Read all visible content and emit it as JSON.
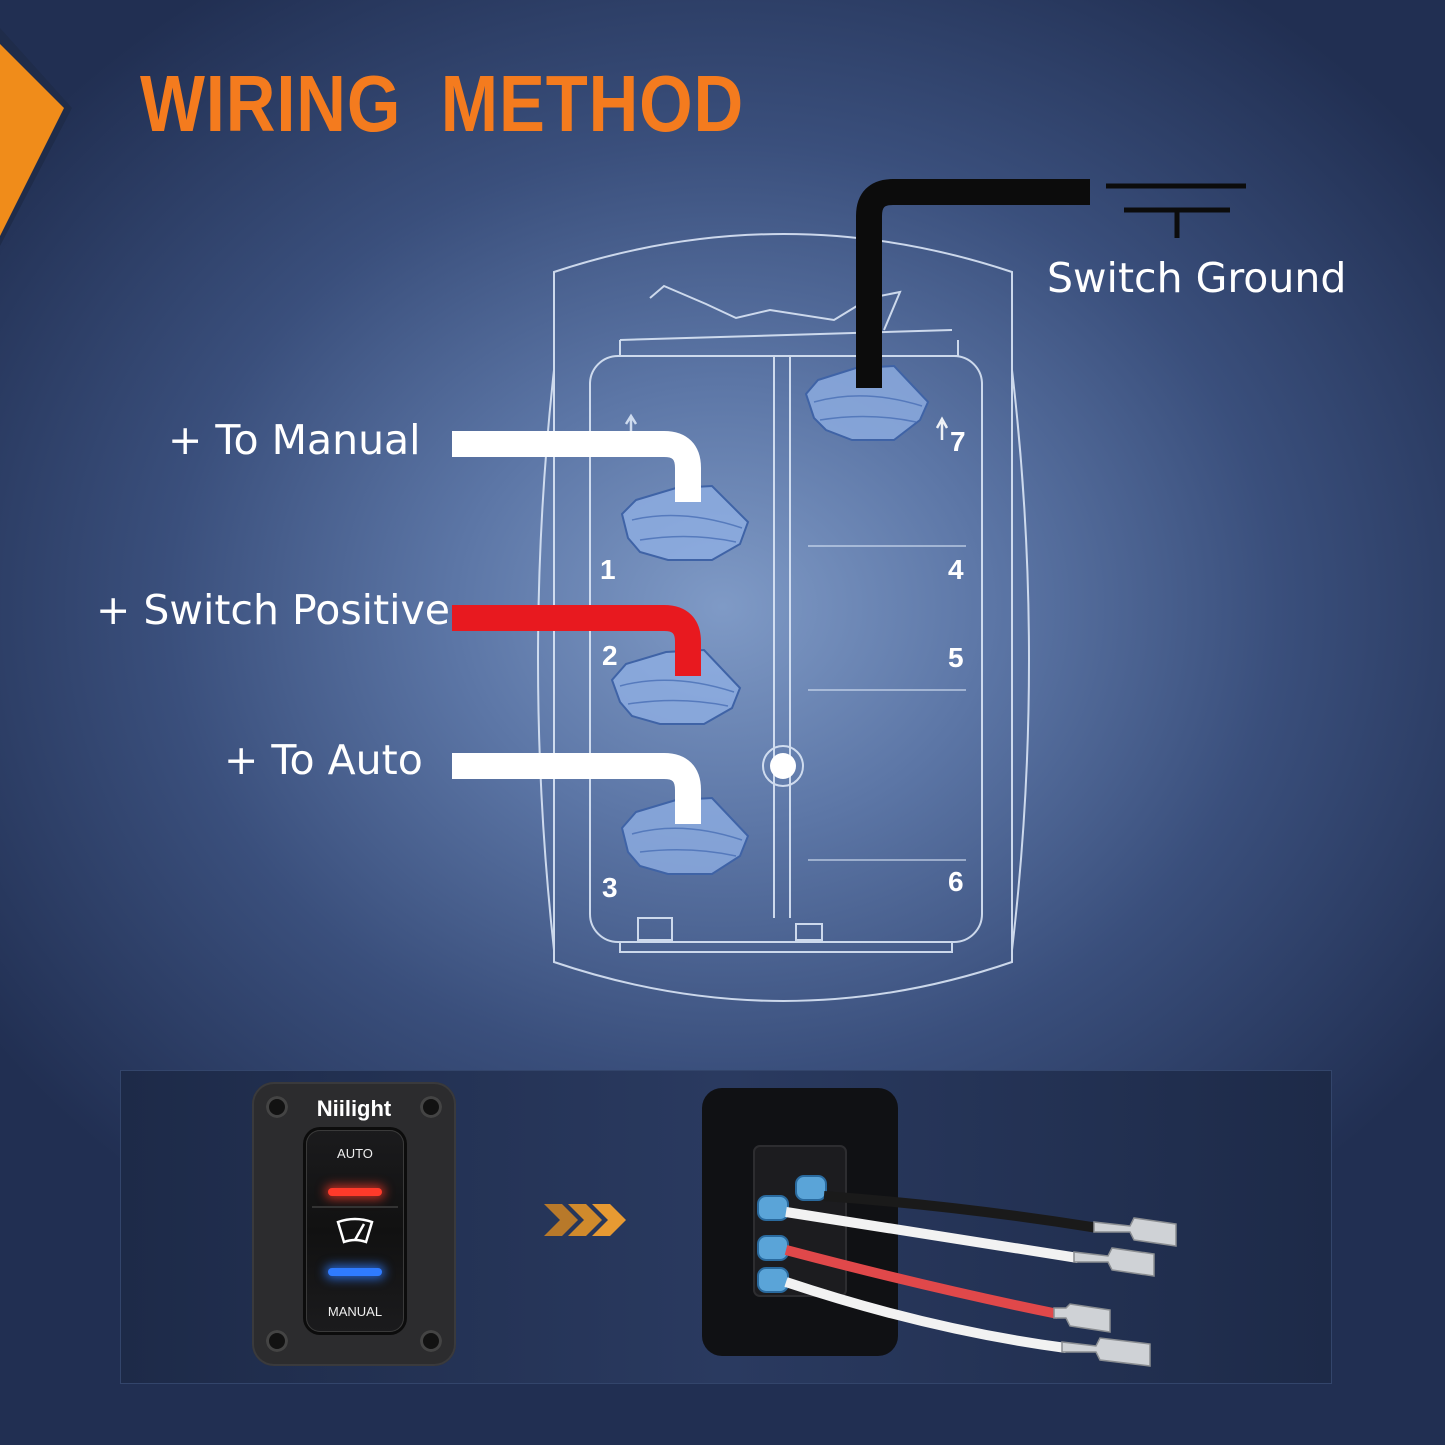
{
  "title": {
    "word1": "WIRING",
    "word2": "METHOD"
  },
  "labels": {
    "ground": "Switch Ground",
    "manual": "+ To Manual",
    "positive": "+ Switch Positive",
    "auto": "+ To Auto"
  },
  "pins": {
    "p1": "1",
    "p2": "2",
    "p3": "3",
    "p4": "4",
    "p5": "5",
    "p6": "6",
    "p7": "7"
  },
  "product": {
    "brand": "Niilight",
    "top_label": "AUTO",
    "bottom_label": "MANUAL"
  },
  "colors": {
    "title": "#f47b1e",
    "wire_white": "#ffffff",
    "wire_red": "#e8191f",
    "wire_black": "#0c0c0c",
    "led_red": "#ff3a2a",
    "led_blue": "#2f7bff",
    "arrow": "#d98a2a"
  },
  "icons": [
    "ground-symbol-icon",
    "wiper-icon",
    "triple-chevron-right-icon"
  ]
}
